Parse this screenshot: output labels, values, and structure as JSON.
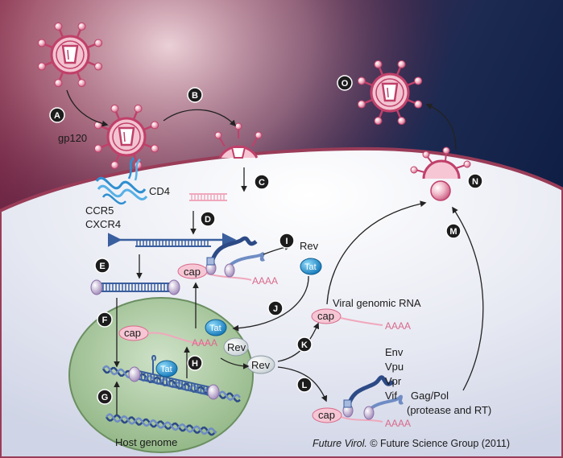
{
  "steps": [
    "A",
    "B",
    "C",
    "D",
    "E",
    "F",
    "G",
    "H",
    "I",
    "J",
    "K",
    "L",
    "M",
    "N",
    "O"
  ],
  "labels": {
    "gp120": "gp120",
    "cd4": "CD4",
    "ccr5": "CCR5",
    "cxcr4": "CXCR4",
    "rev": "Rev",
    "tat": "Tat",
    "cap": "cap",
    "aaaa": "AAAA",
    "viral_genomic_rna": "Viral genomic RNA",
    "env": "Env",
    "vpu": "Vpu",
    "vpr": "Vpr",
    "vif": "Vif",
    "gag_pol": "Gag/Pol",
    "protease_rt": "(protease and RT)",
    "host_genome": "Host genome"
  },
  "credit": {
    "journal": "Future Virol.",
    "rest": " © Future Science Group (2011)"
  },
  "colors": {
    "cytoplasm": "#e4e7f2",
    "membrane": "#9a3c58",
    "nucleus": "#a6c59c",
    "virion": "#c0406a",
    "rna": "#f0a8bc",
    "dna": "#3a5f9e",
    "tat": "#2aa0d8",
    "step_marker": "#1c1c1c"
  }
}
